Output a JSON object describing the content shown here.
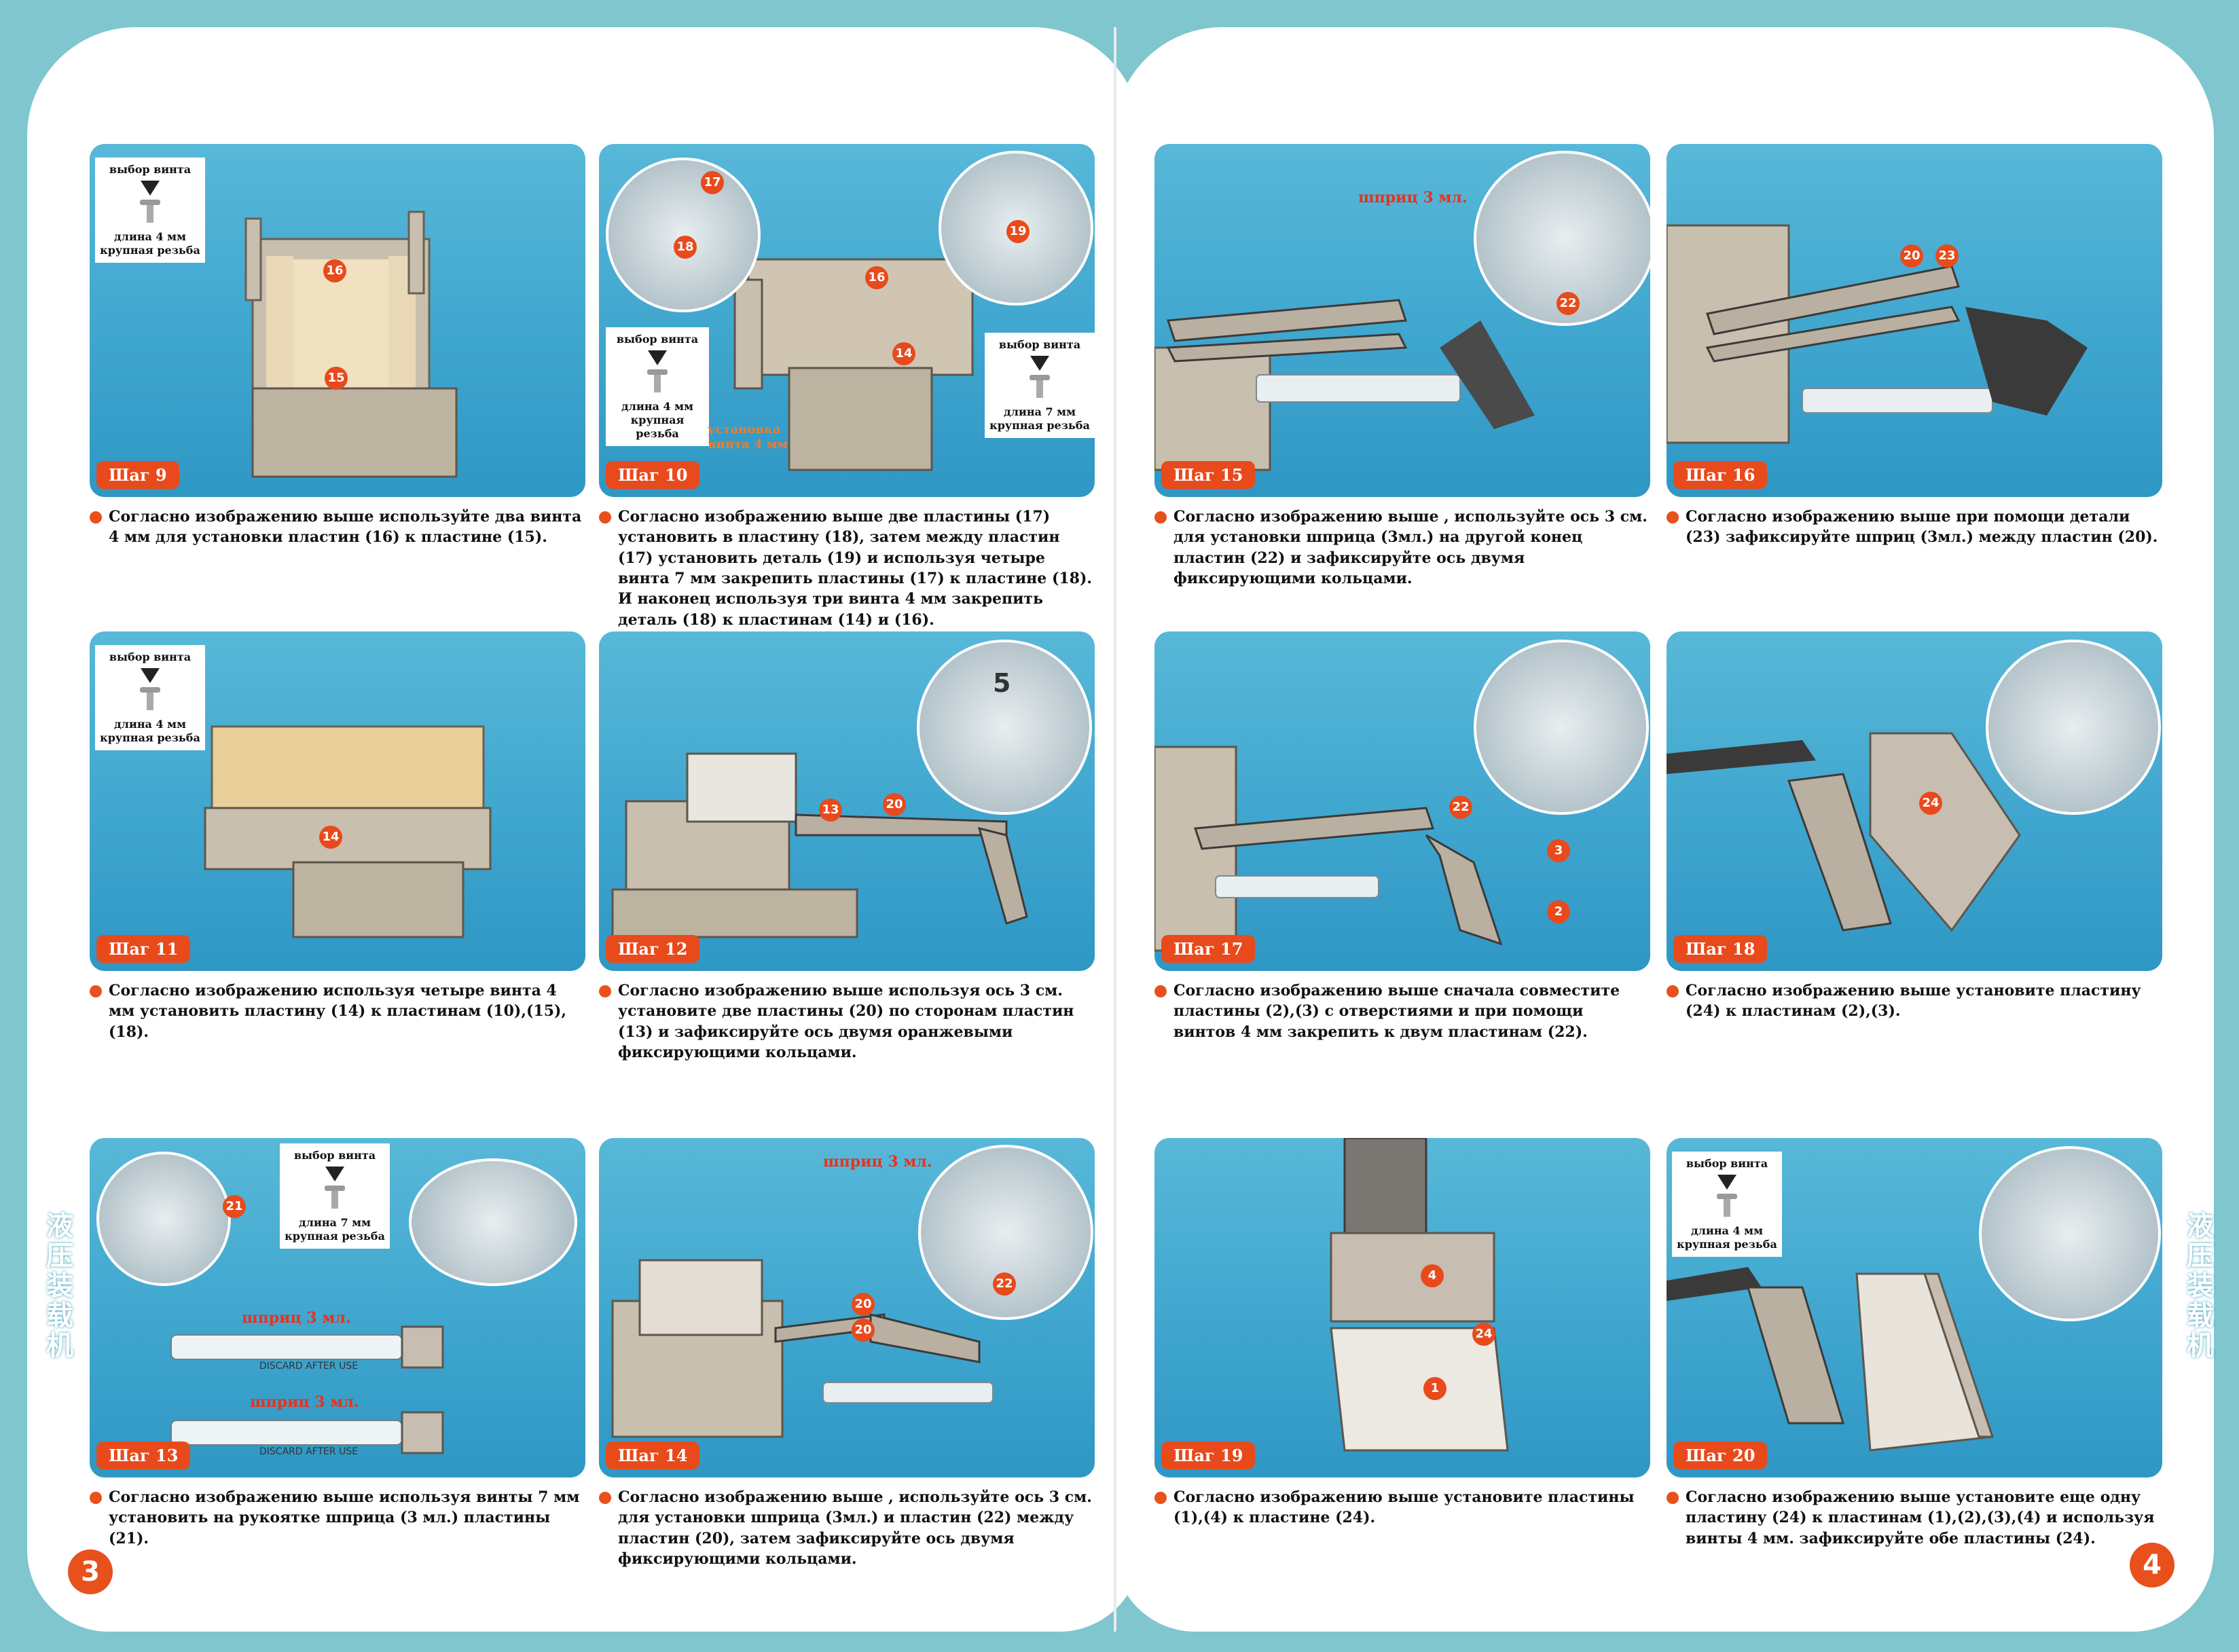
{
  "screw": {
    "title": "выбор винта",
    "len4": "длина 4 мм",
    "len7": "длина 7 мм",
    "thread": "крупная резьба"
  },
  "labels": {
    "syringe": "шприц 3 мл.",
    "install": "установка",
    "screw4": "винта 4 мм"
  },
  "sidebar": {
    "chars": [
      "液",
      "压",
      "装",
      "载",
      "机"
    ]
  },
  "pages": {
    "left_num": "3",
    "right_num": "4"
  },
  "steps": [
    {
      "badge": "Шаг 9",
      "caption": "Согласно изображению выше используйте два винта 4 мм для установки пластин (16) к пластине (15).",
      "nums": [
        "16",
        "15"
      ]
    },
    {
      "badge": "Шаг 10",
      "caption": "Согласно изображению выше две пластины (17) установить в пластину (18), затем между пластин (17) установить деталь (19) и используя четыре винта 7 мм закрепить пластины (17) к пластине (18). И наконец используя три винта 4 мм закрепить деталь (18) к пластинам (14) и (16).",
      "nums": [
        "17",
        "18",
        "19",
        "16",
        "14"
      ]
    },
    {
      "badge": "Шаг 15",
      "caption": "Согласно изображению выше , используйте ось 3 см. для установки шприца (3мл.) на другой конец пластин (22) и зафиксируйте ось двумя фиксирующими кольцами.",
      "nums": [
        "22"
      ]
    },
    {
      "badge": "Шаг 16",
      "caption": "Согласно изображению выше при помощи детали (23) зафиксируйте шприц (3мл.) между пластин (20).",
      "nums": [
        "20",
        "23"
      ]
    },
    {
      "badge": "Шаг 11",
      "caption": "Согласно изображению используя четыре винта 4 мм установить пластину (14) к пластинам (10),(15),(18).",
      "nums": [
        "14"
      ]
    },
    {
      "badge": "Шаг 12",
      "caption": "Согласно изображению выше используя ось 3 см. установите две пластины (20) по сторонам пластин (13) и зафиксируйте ось двумя оранжевыми фиксирующими кольцами.",
      "nums": [
        "13",
        "20"
      ],
      "mark": "5"
    },
    {
      "badge": "Шаг 17",
      "caption": "Согласно изображению выше сначала совместите пластины (2),(3) с отверстиями и при помощи винтов 4 мм закрепить к двум пластинам (22).",
      "nums": [
        "22",
        "3",
        "2"
      ]
    },
    {
      "badge": "Шаг 18",
      "caption": "Согласно изображению выше установите пластину (24) к пластинам (2),(3).",
      "nums": [
        "24"
      ]
    },
    {
      "badge": "Шаг 13",
      "caption": "Согласно изображению выше используя винты 7 мм установить на рукоятке шприца (3 мл.) пластины (21).",
      "nums": [
        "21"
      ],
      "syringe_print": "DISCARD AFTER USE"
    },
    {
      "badge": "Шаг 14",
      "caption": "Согласно изображению выше , используйте ось 3 см. для установки шприца (3мл.) и пластин (22) между пластин (20), затем зафиксируйте ось двумя фиксирующими кольцами.",
      "nums": [
        "20",
        "20",
        "22"
      ]
    },
    {
      "badge": "Шаг 19",
      "caption": "Согласно изображению выше установите пластины (1),(4) к пластине (24).",
      "nums": [
        "4",
        "24",
        "1"
      ]
    },
    {
      "badge": "Шаг 20",
      "caption": "Согласно изображению выше установите еще одну пластину (24) к пластинам (1),(2),(3),(4) и используя винты 4 мм. зафиксируйте обе пластины (24).",
      "nums": []
    }
  ],
  "colors": {
    "accent": "#e84a1c",
    "frame": "#7fc6cf",
    "photo_bg": "#3fa6cf"
  }
}
